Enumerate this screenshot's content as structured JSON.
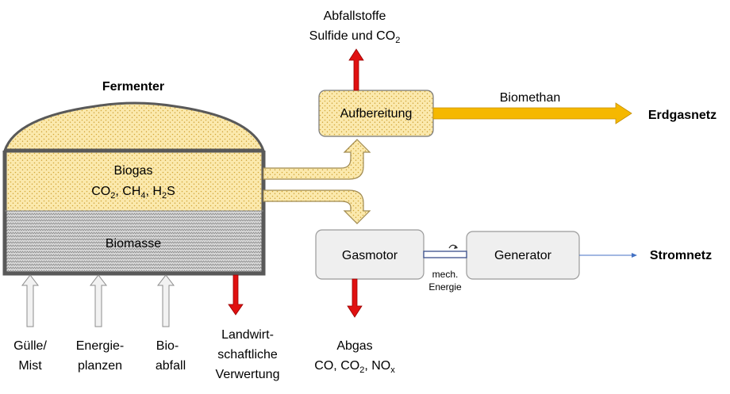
{
  "fermenter": {
    "title": "Fermenter",
    "biogas": {
      "label": "Biogas",
      "co2": "CO",
      "co2_sub": "2",
      "ch4": "CH",
      "ch4_sub": "4",
      "h2s": "H",
      "h2s_sub": "2",
      "h2s_tail": "S"
    },
    "biomasse": "Biomasse"
  },
  "inputs": {
    "guelle": [
      "Gülle/",
      "Mist"
    ],
    "energie": [
      "Energie-",
      "planzen"
    ],
    "bio": [
      "Bio-",
      "abfall"
    ]
  },
  "output_land": [
    "Landwirt-",
    "schaftliche",
    "Verwertung"
  ],
  "aufbereitung": "Aufbereitung",
  "abfall": {
    "line1": "Abfallstoffe",
    "line2_a": "Sulfide und CO",
    "line2_sub": "2"
  },
  "biomethan": "Biomethan",
  "erdgasnetz": "Erdgasnetz",
  "gasmotor": "Gasmotor",
  "generator": "Generator",
  "mech": [
    "mech.",
    "Energie"
  ],
  "stromnetz": "Stromnetz",
  "abgas": {
    "line1": "Abgas",
    "co": "CO, CO",
    "co_sub": "2",
    "nox": ", NO",
    "nox_sub": "x"
  },
  "colors": {
    "yellow_fill": "#fbe7a6",
    "orange_arrow": "#f5b800",
    "red_arrow": "#e01010",
    "grey_box": "#efefef",
    "frame": "#595959",
    "blue_line": "#4472c4"
  }
}
